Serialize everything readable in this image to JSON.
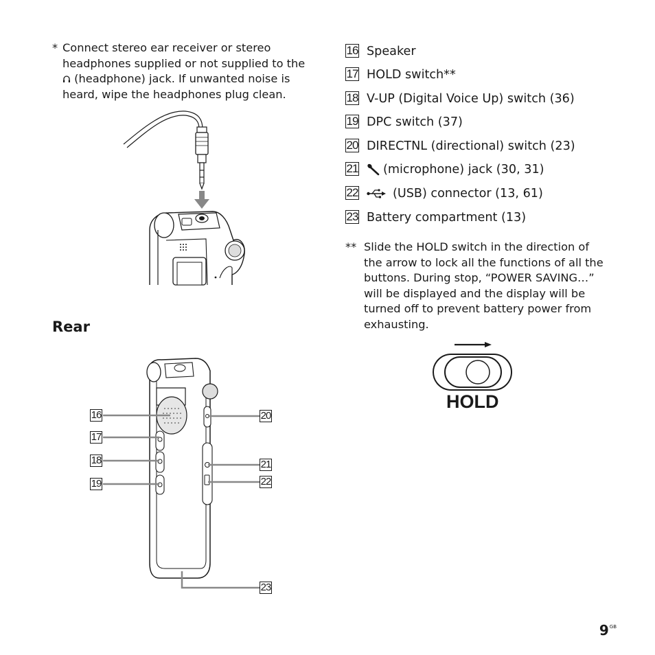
{
  "footnote_headphones": {
    "marker": "*",
    "text_1": "Connect stereo ear receiver or stereo headphones supplied or not supplied to the",
    "headphone_icon": "headphone-icon",
    "text_2": "(headphone) jack. If unwanted noise is heard, wipe the headphones plug clean."
  },
  "rear_heading": "Rear",
  "parts": [
    {
      "num": "16",
      "label": "Speaker"
    },
    {
      "num": "17",
      "label": "HOLD switch**"
    },
    {
      "num": "18",
      "label": "V-UP (Digital Voice Up) switch (36)"
    },
    {
      "num": "19",
      "label": "DPC switch (37)"
    },
    {
      "num": "20",
      "label": "DIRECTNL (directional) switch (23)"
    },
    {
      "num": "21",
      "label": "(microphone) jack (30, 31)",
      "icon": "microphone-icon"
    },
    {
      "num": "22",
      "label": "(USB) connector (13, 61)",
      "icon": "usb-icon"
    },
    {
      "num": "23",
      "label": "Battery compartment (13)"
    }
  ],
  "footnote_hold": {
    "marker": "**",
    "text": "Slide the HOLD switch in the direction of the arrow to lock all the functions of all the buttons. During stop, “POWER SAVING…” will be displayed and the display will be turned off to prevent battery power from exhausting."
  },
  "hold_diagram_label": "HOLD",
  "callouts": {
    "c16": "16",
    "c17": "17",
    "c18": "18",
    "c19": "19",
    "c20": "20",
    "c21": "21",
    "c22": "22",
    "c23": "23"
  },
  "page_number": "9",
  "page_suffix": "GB"
}
